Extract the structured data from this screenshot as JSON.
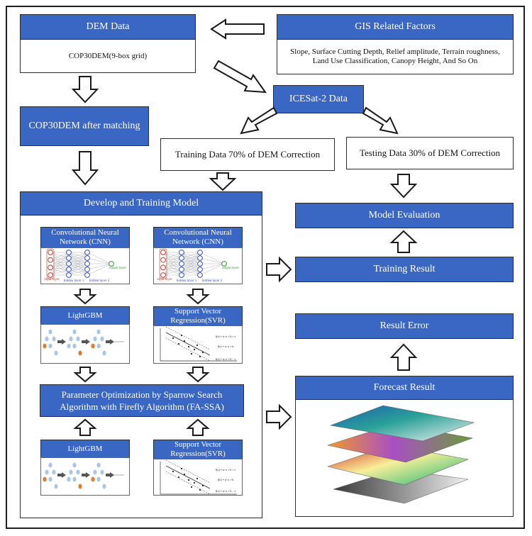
{
  "dem": {
    "title": "DEM Data",
    "body": "COP30DEM(9-box grid)"
  },
  "gis": {
    "title": "GIS Related Factors",
    "body": "Slope, Surface Cutting Depth, Relief amplitude, Terrain roughness, Land Use Classification, Canopy Height, And So On"
  },
  "icesat": {
    "title": "ICESat-2 Data"
  },
  "cop_matched": {
    "title": "COP30DEM after matching"
  },
  "training_data": {
    "label": "Training Data 70% of  DEM Correction"
  },
  "testing_data": {
    "label": "Testing Data 30% of  DEM Correction"
  },
  "develop": {
    "title": "Develop and Training Model"
  },
  "cnn_left": {
    "title": "Convolutional Neural Network (CNN)"
  },
  "cnn_right": {
    "title": "Convolutional Neural Network (CNN)"
  },
  "nn_labels": {
    "input": "input layer",
    "hidden1": "hidden layer 1",
    "hidden2": "hidden layer 2",
    "output": "output layer"
  },
  "lgbm_top": {
    "title": "LightGBM"
  },
  "svr_top": {
    "title": "Support Vector Regression(SVR)"
  },
  "param_opt": {
    "title": "Parameter Optimization by Sparrow Search Algorithm with Firefly Algorithm (FA-SSA)"
  },
  "lgbm_bottom": {
    "title": "LightGBM"
  },
  "svr_bottom": {
    "title": "Support Vector Regression(SVR)"
  },
  "svr_labels": {
    "top": "f(x) = w·x + b + ε",
    "mid": "f(x) = w·x + b",
    "bot": "f(x) = w·x + b − ε"
  },
  "model_eval": {
    "title": "Model Evaluation"
  },
  "training_result": {
    "title": "Training Result"
  },
  "result_error": {
    "title": "Result Error"
  },
  "forecast": {
    "title": "Forecast Result"
  },
  "colors": {
    "blue": "#3a66c4",
    "border": "#2b2b2b"
  }
}
